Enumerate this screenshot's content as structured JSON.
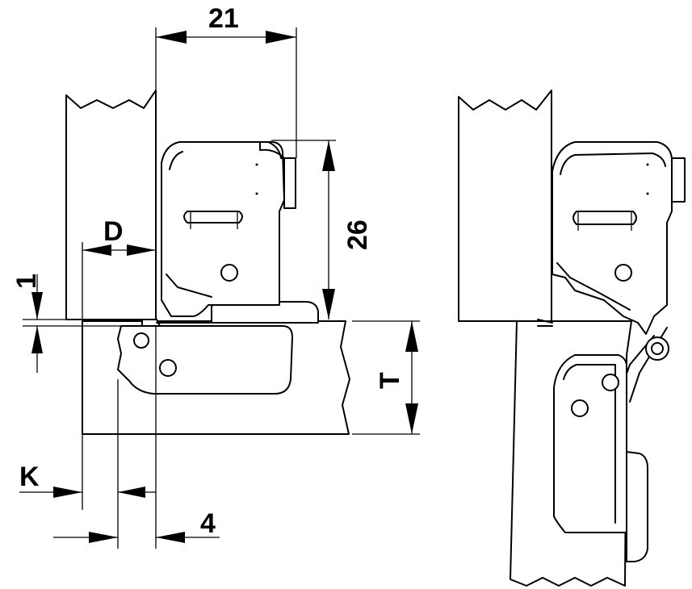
{
  "diagram": {
    "labels": {
      "width_21": "21",
      "height_26": "26",
      "d": "D",
      "one": "1",
      "t": "T",
      "k": "K",
      "four": "4"
    },
    "colors": {
      "line": "#000000",
      "background": "#ffffff"
    }
  }
}
